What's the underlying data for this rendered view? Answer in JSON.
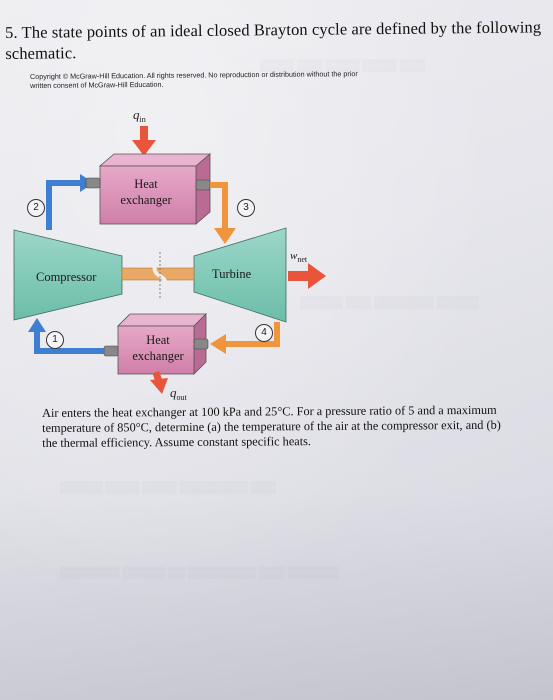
{
  "question": {
    "number": "5.",
    "text": "The state points of an ideal closed Brayton cycle are defined by the following schematic."
  },
  "copyright": "Copyright © McGraw-Hill Education. All rights reserved. No reproduction or distribution without the prior written consent of McGraw-Hill Education.",
  "schematic": {
    "q_in": "q",
    "q_in_sub": "in",
    "q_out": "q",
    "q_out_sub": "out",
    "w_net": "w",
    "w_net_sub": "net",
    "heat_exchanger_top": "Heat exchanger",
    "heat_exchanger_bottom": "Heat exchanger",
    "compressor": "Compressor",
    "turbine": "Turbine",
    "states": [
      "1",
      "2",
      "3",
      "4"
    ],
    "colors": {
      "hx_fill": "#d98fb3",
      "turbo_fill": "#7fc9b9",
      "heat_arrow": "#e8553a",
      "flow_blue": "#3f7fd1",
      "flow_orange": "#f0943d",
      "shaft": "#e8a866"
    }
  },
  "problem_text": "Air enters the heat exchanger at 100 kPa and 25°C. For a pressure ratio of 5 and a maximum temperature of 850°C, determine (a) the temperature of the air at the compressor exit, and (b) the thermal efficiency. Assume constant specific heats."
}
